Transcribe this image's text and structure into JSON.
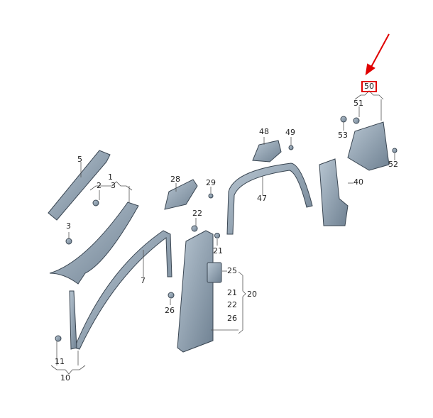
{
  "diagram": {
    "type": "exploded-parts-diagram",
    "subject": "Interior pillar trim panels",
    "highlight_color": "#e00000",
    "part_color": "#8b9cab",
    "highlighted_part": "50",
    "labels": {
      "p1": "1",
      "p2": "2",
      "p3a": "3",
      "p3b": "3",
      "p5": "5",
      "p7": "7",
      "p10": "10",
      "p11": "11",
      "p20": "20",
      "p21a": "21",
      "p21b": "21",
      "p22a": "22",
      "p22b": "22",
      "p25": "25",
      "p26a": "26",
      "p26b": "26",
      "p28": "28",
      "p29": "29",
      "p40": "40",
      "p47": "47",
      "p48": "48",
      "p49": "49",
      "p50": "50",
      "p51": "51",
      "p52": "52",
      "p53": "53"
    },
    "groups": [
      {
        "parent": "1",
        "children": [
          "2",
          "3"
        ]
      },
      {
        "parent": "10",
        "children": [
          "11"
        ]
      },
      {
        "parent": "20",
        "children": [
          "25",
          "21",
          "22",
          "26"
        ]
      },
      {
        "parent": "50",
        "children": [
          "51",
          "52",
          "53"
        ]
      }
    ]
  }
}
